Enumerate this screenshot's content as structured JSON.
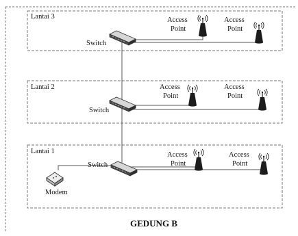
{
  "building": {
    "title": "GEDUNG B"
  },
  "floors": [
    {
      "label": "Lantai 3",
      "switch_label": "Switch",
      "access_points": [
        {
          "line1": "Access",
          "line2": "Point"
        },
        {
          "line1": "Access",
          "line2": "Point"
        }
      ]
    },
    {
      "label": "Lantai 2",
      "switch_label": "Switch",
      "access_points": [
        {
          "line1": "Access",
          "line2": "Point"
        },
        {
          "line1": "Access",
          "line2": "Point"
        }
      ]
    },
    {
      "label": "Lantai 1",
      "switch_label": "Switch",
      "modem_label": "Modem",
      "access_points": [
        {
          "line1": "Access",
          "line2": "Point"
        },
        {
          "line1": "Access",
          "line2": "Point"
        }
      ]
    }
  ],
  "icons": {
    "switch": "network-switch-icon",
    "access_point": "wireless-access-point-icon",
    "modem": "modem-icon"
  },
  "colors": {
    "line": "#555555",
    "border": "#777777"
  }
}
